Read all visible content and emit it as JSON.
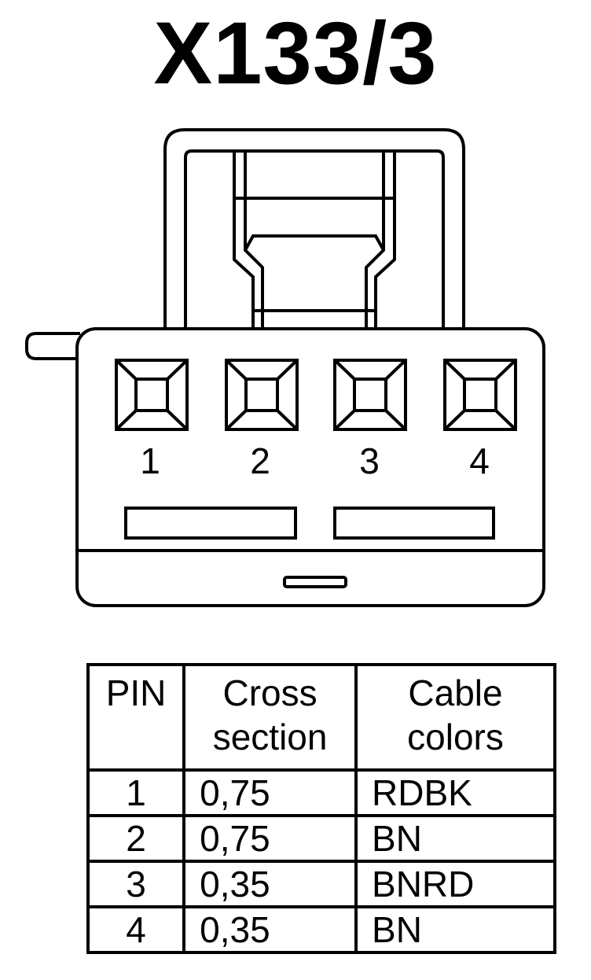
{
  "title": "X133/3",
  "connector": {
    "pin_labels": [
      "1",
      "2",
      "3",
      "4"
    ]
  },
  "table": {
    "headers": {
      "pin": "PIN",
      "cross_line1": "Cross",
      "cross_line2": "section",
      "colors_line1": "Cable",
      "colors_line2": "colors"
    },
    "rows": [
      {
        "pin": "1",
        "cross_section": "0,75",
        "color": "RDBK"
      },
      {
        "pin": "2",
        "cross_section": "0,75",
        "color": "BN"
      },
      {
        "pin": "3",
        "cross_section": "0,35",
        "color": "BNRD"
      },
      {
        "pin": "4",
        "cross_section": "0,35",
        "color": "BN"
      }
    ]
  }
}
